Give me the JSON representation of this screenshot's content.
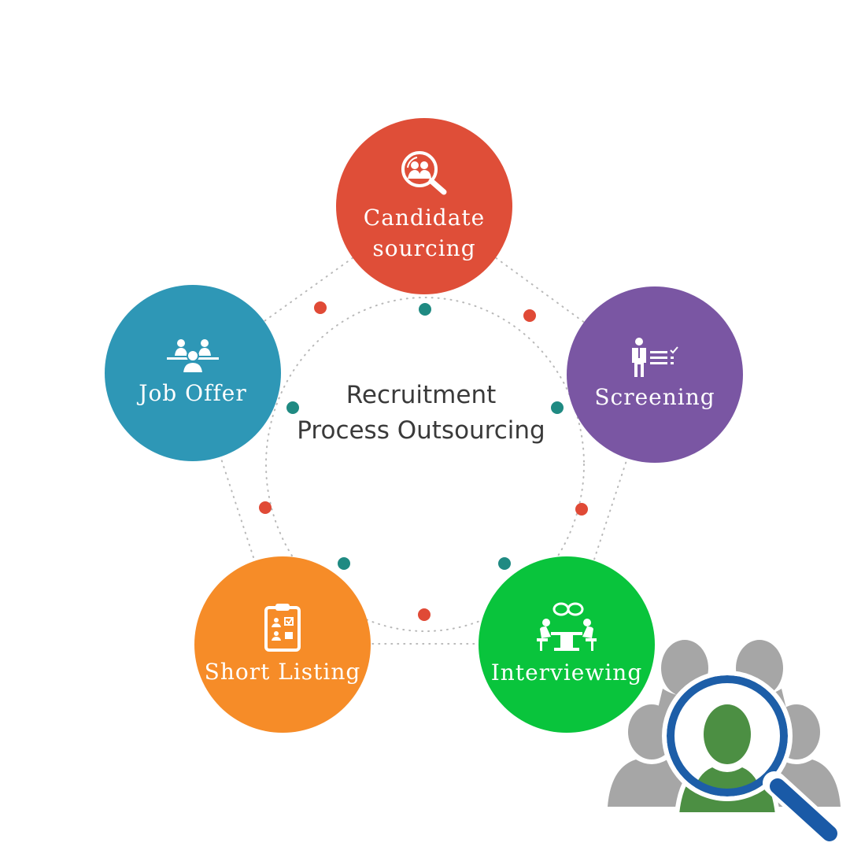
{
  "diagram": {
    "center_title_line1": "Recruitment",
    "center_title_line2": "Process Outsourcing",
    "nodes": [
      {
        "id": "candidate-sourcing",
        "line1": "Candidate",
        "line2": "sourcing",
        "color": "#df4e38",
        "icon": "magnifier-people-icon"
      },
      {
        "id": "screening",
        "line1": "Screening",
        "color": "#7a56a3",
        "icon": "person-checklist-icon"
      },
      {
        "id": "interviewing",
        "line1": "Interviewing",
        "color": "#09c43c",
        "icon": "meeting-table-icon"
      },
      {
        "id": "short-listing",
        "line1": "Short Listing",
        "color": "#f68c28",
        "icon": "clipboard-icon"
      },
      {
        "id": "job-offer",
        "line1": "Job Offer",
        "color": "#2e97b6",
        "icon": "handshake-people-icon"
      }
    ],
    "dot_colors": {
      "red": "#e04a36",
      "teal": "#1f8a82"
    },
    "decor_icon": "people-search-icon"
  }
}
